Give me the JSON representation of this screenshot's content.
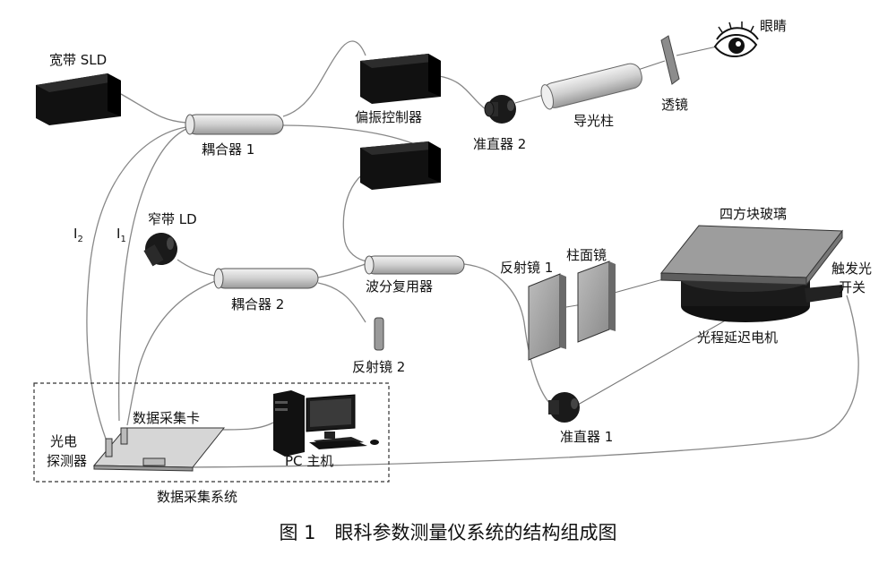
{
  "labels": {
    "sld": "宽带 SLD",
    "coupler1": "耦合器 1",
    "polarization_controller": "偏振控制器",
    "collimator2": "准直器 2",
    "light_guide": "导光柱",
    "lens": "透镜",
    "eye": "眼睛",
    "narrow_ld": "窄带 LD",
    "coupler2": "耦合器 2",
    "wdm": "波分复用器",
    "mirror1": "反射镜 1",
    "cylindrical_lens": "柱面镜",
    "glass_block": "四方块玻璃",
    "trigger_switch_line1": "触发光",
    "trigger_switch_line2": "开关",
    "motor": "光程延迟电机",
    "mirror2": "反射镜 2",
    "collimator1": "准直器 1",
    "daq_card": "数据采集卡",
    "photodetector_line1": "光电",
    "photodetector_line2": "探测器",
    "pc": "PC 主机",
    "daq_system": "数据采集系统",
    "i1": "I",
    "i1_sub": "1",
    "i2": "I",
    "i2_sub": "2"
  },
  "caption": "图 1　眼科参数测量仪系统的结构组成图",
  "colors": {
    "box_dark": "#1a1a1a",
    "tube": "#d2d2d2",
    "fiber": "#888888"
  },
  "icons": [
    "eye-icon",
    "computer-icon"
  ]
}
